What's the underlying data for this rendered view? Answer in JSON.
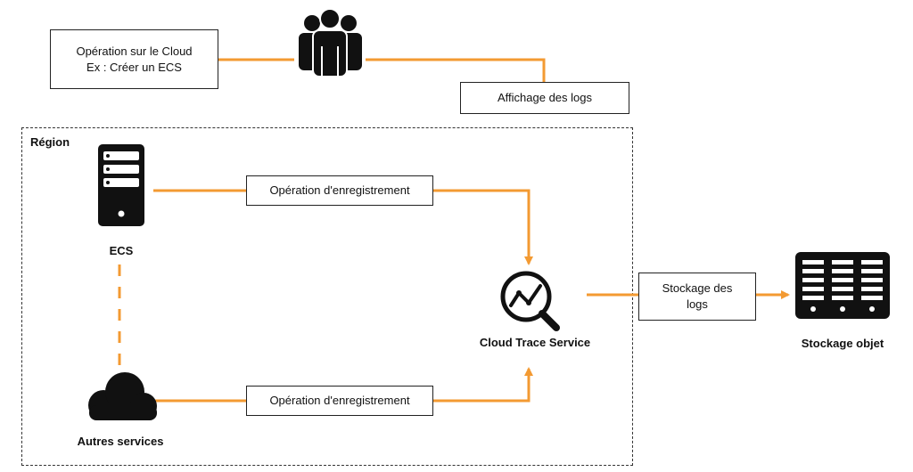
{
  "region_label": "Région",
  "boxes": {
    "cloud_operation": {
      "line1": "Opération sur le Cloud",
      "line2": "Ex : Créer un ECS"
    },
    "log_display": "Affichage des logs",
    "record_op_top": "Opération d'enregistrement",
    "record_op_bottom": "Opération d'enregistrement",
    "log_storage": {
      "line1": "Stockage des",
      "line2": "logs"
    }
  },
  "nodes": {
    "ecs": "ECS",
    "other_services": "Autres services",
    "cloud_trace": "Cloud Trace Service",
    "object_storage": "Stockage objet"
  },
  "colors": {
    "connector": "#f39a32",
    "icon": "#111111",
    "border": "#222222"
  },
  "icons": {
    "users": "users-group-icon",
    "server": "server-icon",
    "cloud": "cloud-icon",
    "trace": "trace-magnifier-icon",
    "storage": "storage-rack-icon"
  }
}
